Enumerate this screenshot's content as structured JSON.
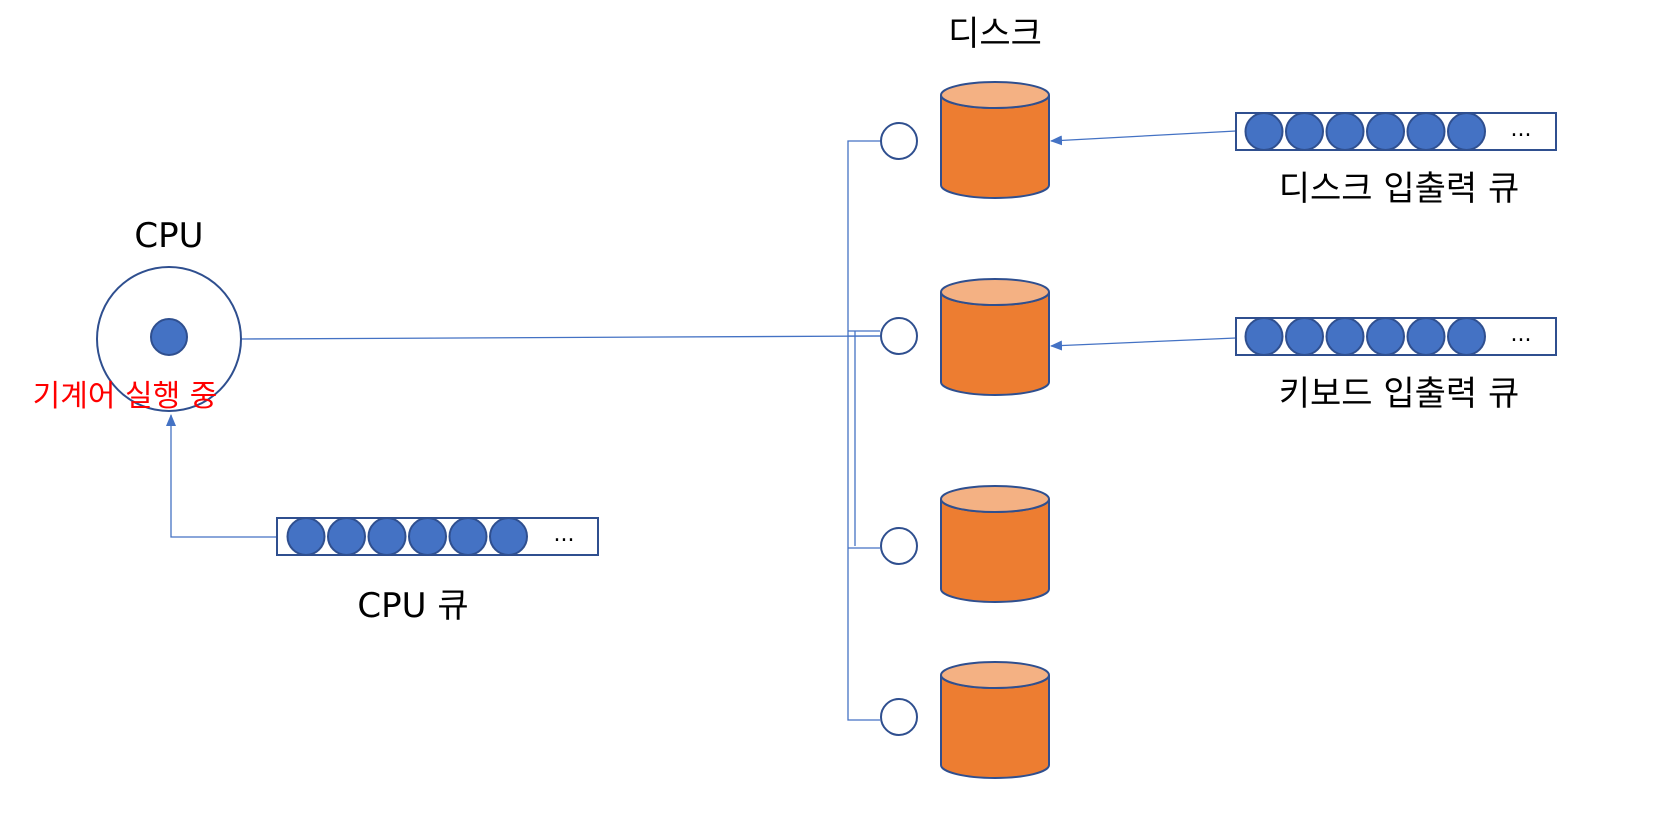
{
  "diagram": {
    "cpu": {
      "label": "CPU",
      "status": "기계어 실행 중",
      "status_color": "#ff0000"
    },
    "cpu_queue": {
      "label": "CPU 큐",
      "item_count": 6,
      "ellipsis": "..."
    },
    "devices": {
      "label": "디스크",
      "count": 4
    },
    "io_queues": [
      {
        "label": "디스크 입출력 큐",
        "item_count": 6,
        "ellipsis": "..."
      },
      {
        "label": "키보드 입출력 큐",
        "item_count": 6,
        "ellipsis": "..."
      }
    ],
    "colors": {
      "process_fill": "#4472c4",
      "outline": "#2f4f8f",
      "connector": "#4472c4",
      "cylinder_body": "#ed7d31",
      "cylinder_top": "#f4b183"
    }
  }
}
